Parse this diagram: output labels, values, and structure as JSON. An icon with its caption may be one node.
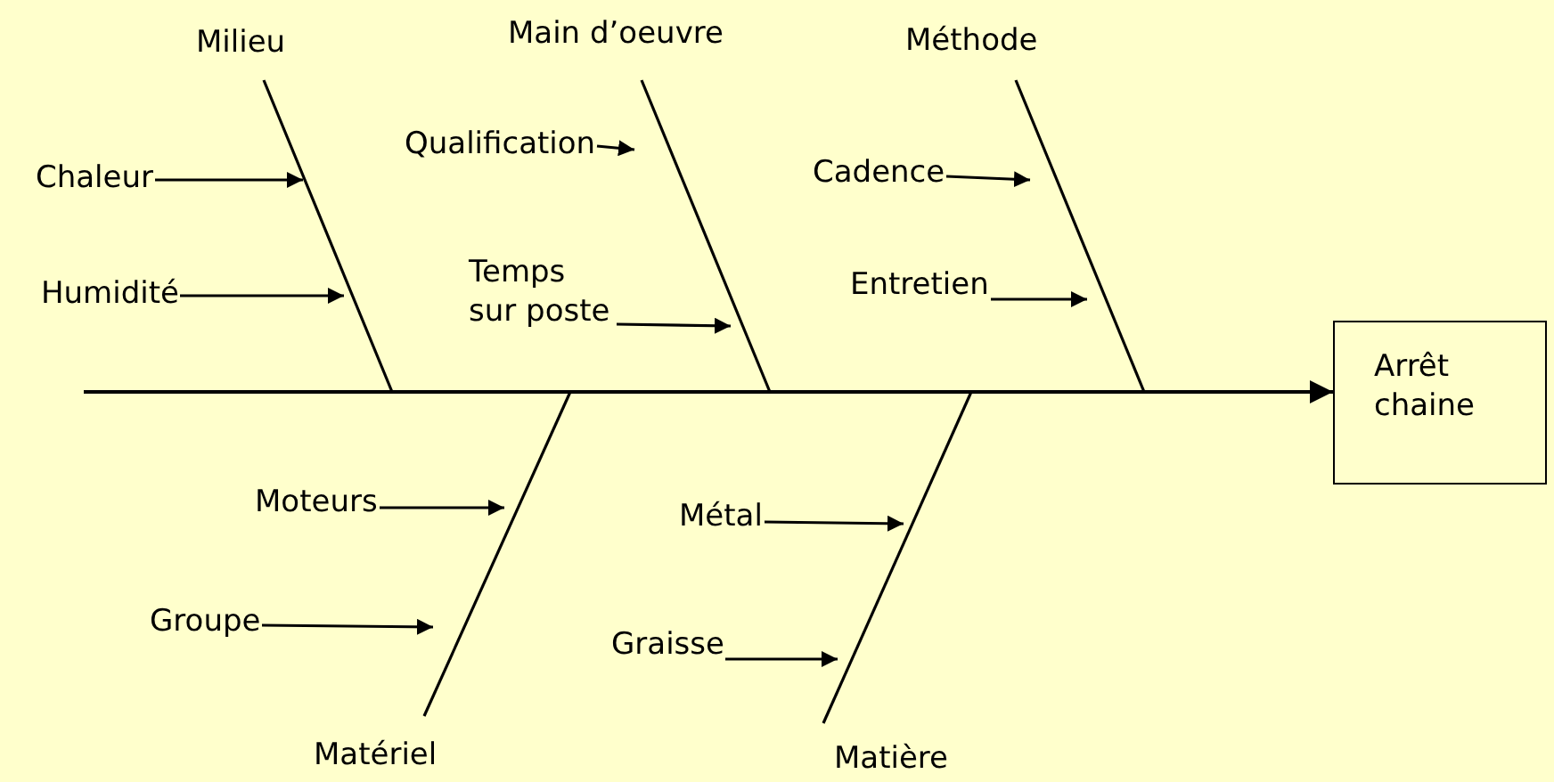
{
  "diagram": {
    "nodes": [
      {
        "text": [
          "Milieu"
        ]
      },
      {
        "text": [
          "Main d’oeuvre"
        ]
      },
      {
        "text": [
          "Méthode"
        ]
      },
      {
        "text": [
          "Chaleur"
        ]
      },
      {
        "text": [
          "Qualification"
        ]
      },
      {
        "text": [
          "Cadence"
        ]
      },
      {
        "text": [
          "Humidité"
        ]
      },
      {
        "text": [
          "Temps sur poste"
        ]
      },
      {
        "text": [
          "Entretien"
        ]
      },
      {
        "text": [
          "Arrêt chaine"
        ]
      },
      {
        "text": [
          "Moteurs"
        ]
      },
      {
        "text": [
          "Métal"
        ]
      },
      {
        "text": [
          "Groupe"
        ]
      },
      {
        "text": [
          "Graisse"
        ]
      },
      {
        "text": [
          "Matériel"
        ]
      },
      {
        "text": [
          "Matière"
        ]
      }
    ],
    "edges": [
      {
        "from": null,
        "to": 9,
        "arrow": "to"
      },
      {
        "from": 0,
        "to": null,
        "arrow": "none"
      },
      {
        "from": 1,
        "to": null,
        "arrow": "none"
      },
      {
        "from": 2,
        "to": null,
        "arrow": "none"
      },
      {
        "from": 14,
        "to": null,
        "arrow": "none"
      },
      {
        "from": 15,
        "to": null,
        "arrow": "none"
      },
      {
        "from": 3,
        "to": null,
        "arrow": "to"
      },
      {
        "from": 4,
        "to": null,
        "arrow": "to"
      },
      {
        "from": 5,
        "to": null,
        "arrow": "to"
      },
      {
        "from": 6,
        "to": null,
        "arrow": "to"
      },
      {
        "from": 7,
        "to": null,
        "arrow": "to"
      },
      {
        "from": 8,
        "to": null,
        "arrow": "to"
      },
      {
        "from": 10,
        "to": null,
        "arrow": "to"
      },
      {
        "from": 12,
        "to": null,
        "arrow": "to"
      },
      {
        "from": 11,
        "to": null,
        "arrow": "to"
      },
      {
        "from": 13,
        "to": null,
        "arrow": "to"
      }
    ]
  }
}
